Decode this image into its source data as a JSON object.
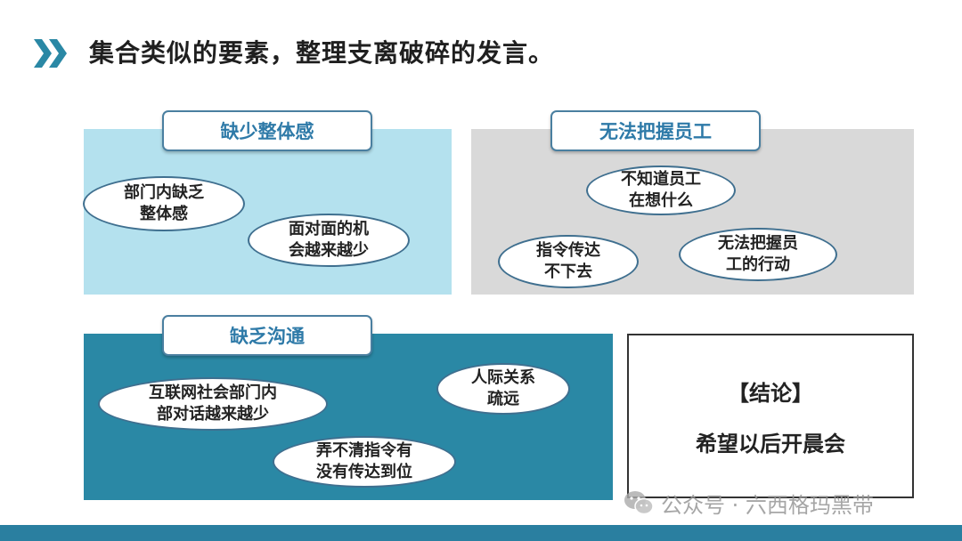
{
  "slide": {
    "title": "集合类似的要素，整理支离破碎的发言。",
    "title_icon": "double-chevron-right-icon",
    "accent_color": "#2a88a5"
  },
  "groups": [
    {
      "label": "缺少整体感",
      "color": "#b4e1ee",
      "items": [
        "部门内缺乏\n整体感",
        "面对面的机\n会越来越少"
      ]
    },
    {
      "label": "无法把握员工",
      "color": "#d9d9d9",
      "items": [
        "不知道员工\n在想什么",
        "指令传达\n不下去",
        "无法把握员\n工的行动"
      ]
    },
    {
      "label": "缺乏沟通",
      "color": "#2a88a5",
      "items": [
        "互联网社会部门内\n部对话越来越少",
        "人际关系\n疏远",
        "弄不清指令有\n没有传达到位"
      ]
    }
  ],
  "conclusion": {
    "heading": "【结论】",
    "text": "希望以后开晨会"
  },
  "watermark": {
    "text": "公众号 · 六西格玛黑带",
    "icon": "wechat-logo-icon"
  }
}
